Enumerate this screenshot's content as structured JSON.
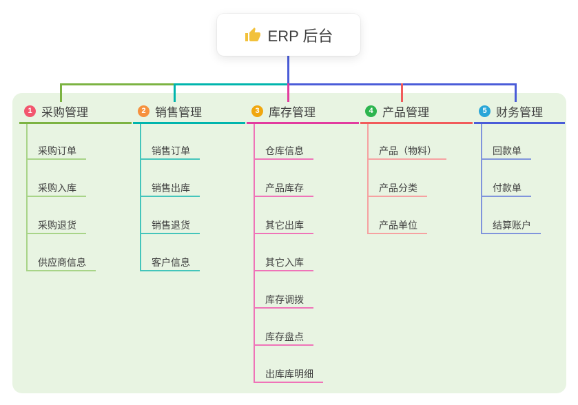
{
  "root": {
    "label": "ERP 后台",
    "icon": "thumbs-up",
    "icon_color": "#f2c13b"
  },
  "panel": {
    "background": "#e8f4e2"
  },
  "connector": {
    "trunk_color": "#4a5cd8"
  },
  "text_color": "#3e3e3e",
  "branches": [
    {
      "badge": "1",
      "badge_color": "#f2566e",
      "label": "采购管理",
      "line_color": "#7cb342",
      "child_line_color": "#a8d488",
      "children": [
        "采购订单",
        "采购入库",
        "采购退货",
        "供应商信息"
      ]
    },
    {
      "badge": "2",
      "badge_color": "#f6913e",
      "label": "销售管理",
      "line_color": "#00b5ad",
      "child_line_color": "#44c5bb",
      "children": [
        "销售订单",
        "销售出库",
        "销售退货",
        "客户信息"
      ]
    },
    {
      "badge": "3",
      "badge_color": "#f0a70e",
      "label": "库存管理",
      "line_color": "#e23c9f",
      "child_line_color": "#ef73b8",
      "children": [
        "仓库信息",
        "产品库存",
        "其它出库",
        "其它入库",
        "库存调拨",
        "库存盘点",
        "出库库明细"
      ]
    },
    {
      "badge": "4",
      "badge_color": "#2db54f",
      "label": "产品管理",
      "line_color": "#f15b5b",
      "child_line_color": "#f6a1a1",
      "children": [
        "产品（物料）",
        "产品分类",
        "产品单位"
      ]
    },
    {
      "badge": "5",
      "badge_color": "#29a6d8",
      "label": "财务管理",
      "line_color": "#4a5cd8",
      "child_line_color": "#8094dc",
      "children": [
        "回款单",
        "付款单",
        "结算账户"
      ]
    }
  ]
}
